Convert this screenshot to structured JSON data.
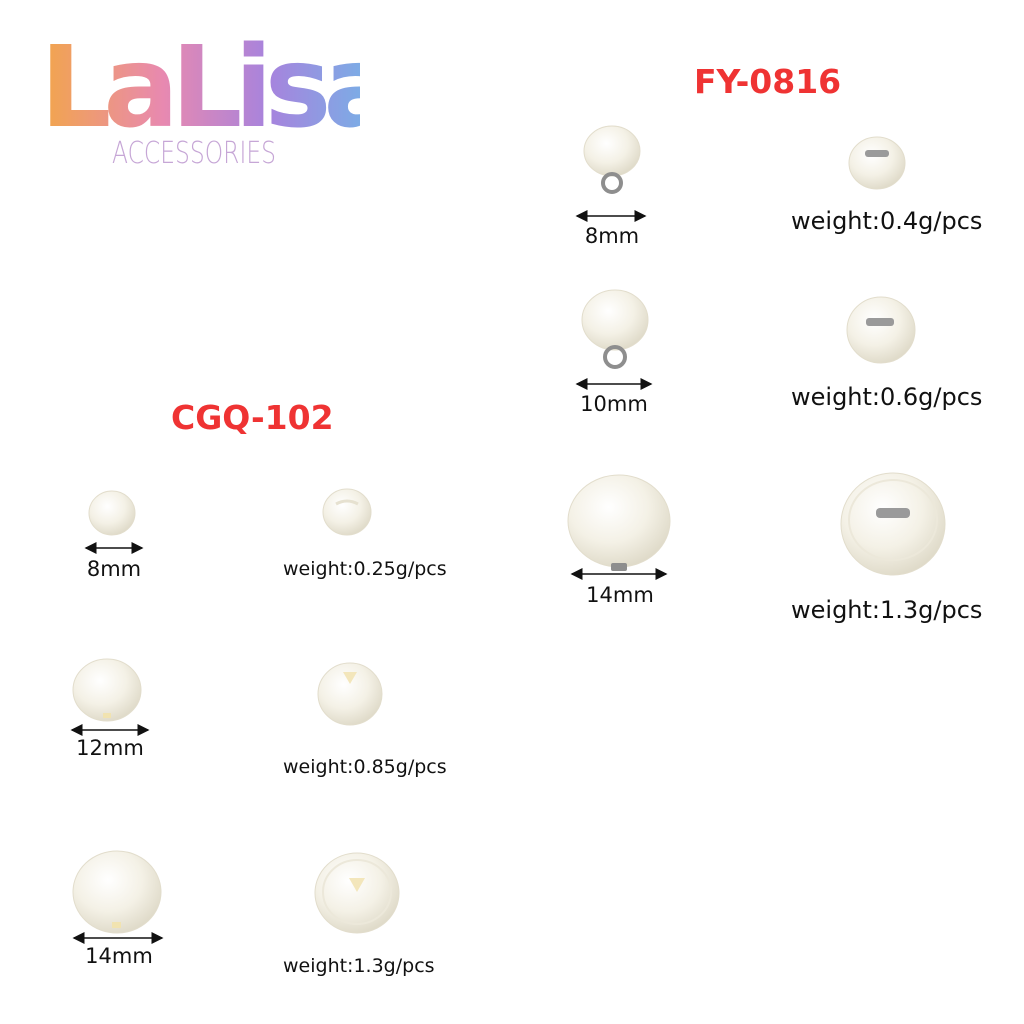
{
  "brand": {
    "name": "LaLisa",
    "tagline": "ACCESSORIES",
    "gradient": [
      "#f2a64a",
      "#e07fc0",
      "#9a7be0",
      "#6fb8e8"
    ]
  },
  "colors": {
    "code": "#ef3333",
    "pearl": "#f4f1e6",
    "metal": "#9a9a9a"
  },
  "fy0816": {
    "code": "FY-0816",
    "items": [
      {
        "size": "8mm",
        "weight": "weight:0.4g/pcs"
      },
      {
        "size": "10mm",
        "weight": "weight:0.6g/pcs"
      },
      {
        "size": "14mm",
        "weight": "weight:1.3g/pcs"
      }
    ]
  },
  "cgq102": {
    "code": "CGQ-102",
    "items": [
      {
        "size": "8mm",
        "weight": "weight:0.25g/pcs"
      },
      {
        "size": "12mm",
        "weight": "weight:0.85g/pcs"
      },
      {
        "size": "14mm",
        "weight": "weight:1.3g/pcs"
      }
    ]
  }
}
